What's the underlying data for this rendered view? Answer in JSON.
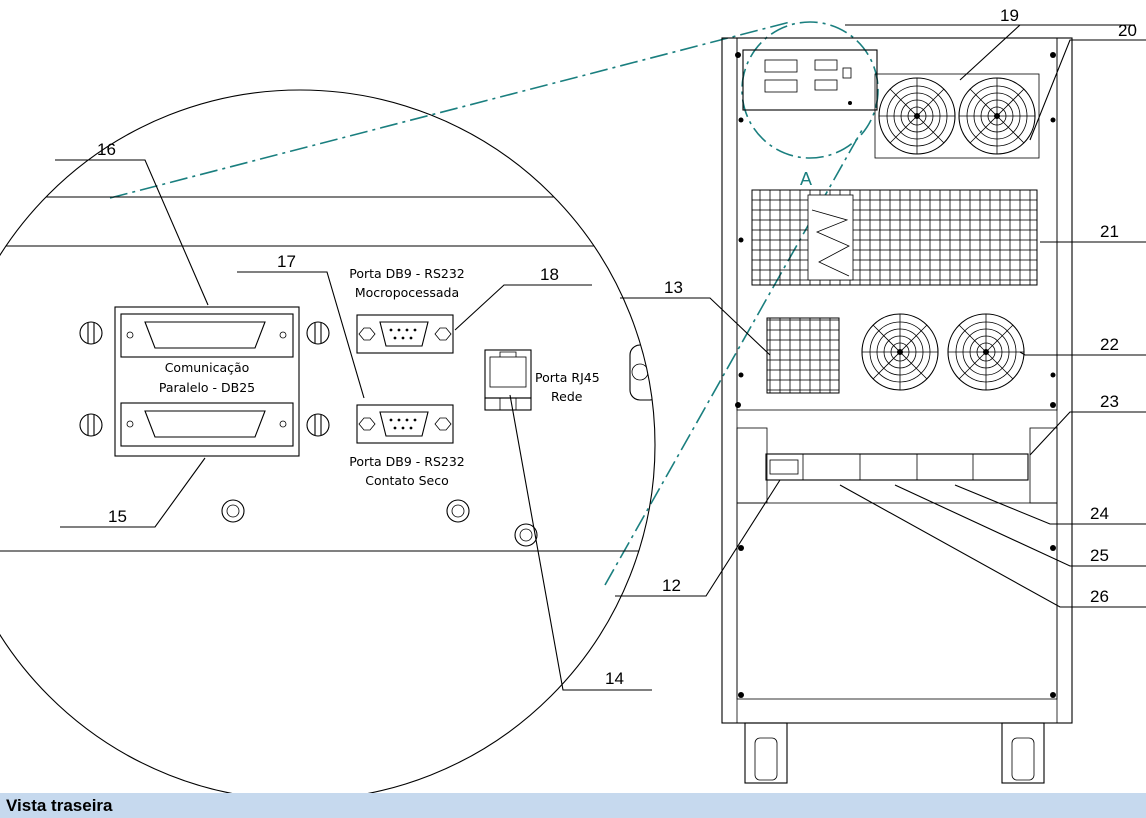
{
  "callouts": {
    "c12": "12",
    "c13": "13",
    "c14": "14",
    "c15": "15",
    "c16": "16",
    "c17": "17",
    "c18": "18",
    "c19": "19",
    "c20": "20",
    "c21": "21",
    "c22": "22",
    "c23": "23",
    "c24": "24",
    "c25": "25",
    "c26": "26"
  },
  "detail_labels": {
    "db9_micro_line1": "Porta DB9 - RS232",
    "db9_micro_line2": "Mocropocessada",
    "db25_line1": "Comunicação",
    "db25_line2": "Paralelo - DB25",
    "db9_dry_line1": "Porta DB9 - RS232",
    "db9_dry_line2": "Contato Seco",
    "rj45_line1": "Porta RJ45",
    "rj45_line2": "Rede"
  },
  "detail_marker": "A",
  "caption": "Vista traseira",
  "colors": {
    "detail_line": "#1a7f7f",
    "caption_bar": "#c6d9ee"
  }
}
